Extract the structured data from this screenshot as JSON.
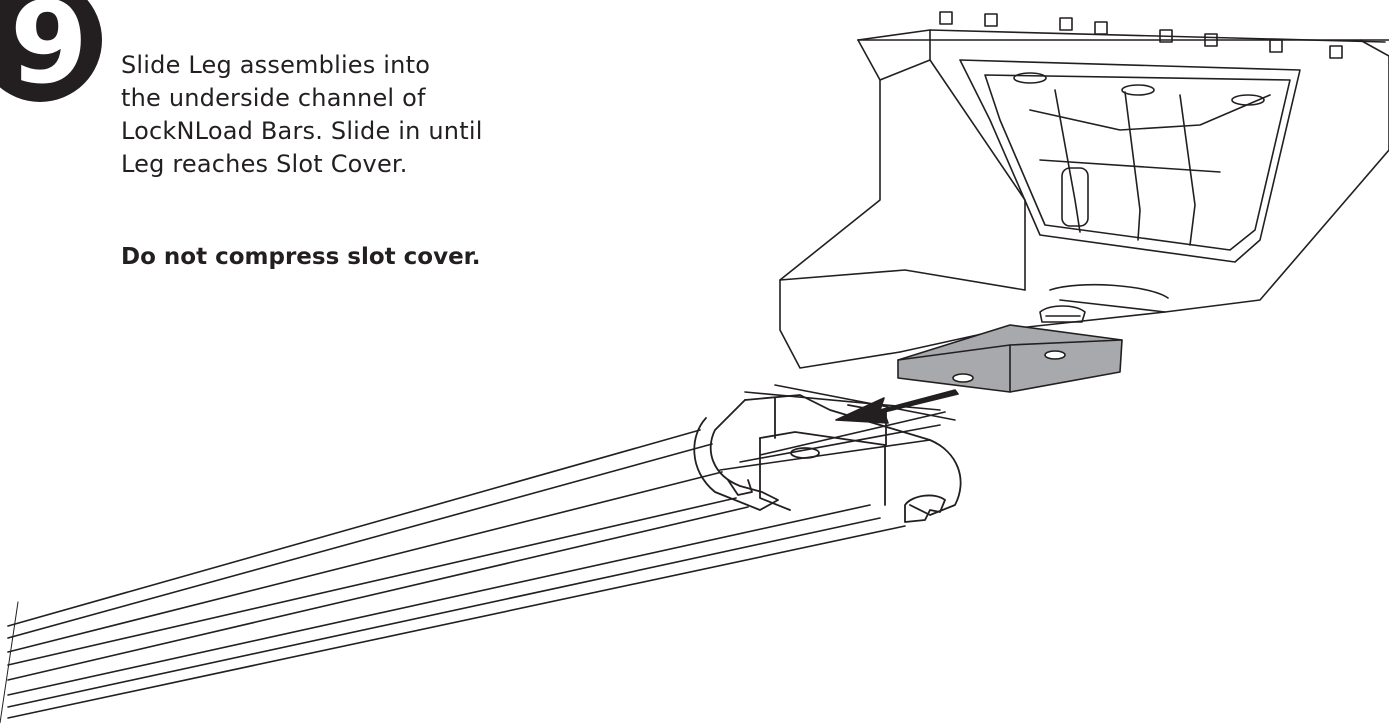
{
  "step": {
    "number": "9"
  },
  "instructions": {
    "lines": [
      "Slide Leg assemblies into",
      "the underside channel of",
      "LockNLoad Bars.  Slide in until",
      "Leg reaches Slot Cover."
    ],
    "warning": "Do not compress slot cover."
  },
  "illustration": {
    "parts": [
      "leg-assembly",
      "t-slot-nut-plate",
      "direction-arrow",
      "lockNload-bar",
      "slot-cover"
    ]
  }
}
